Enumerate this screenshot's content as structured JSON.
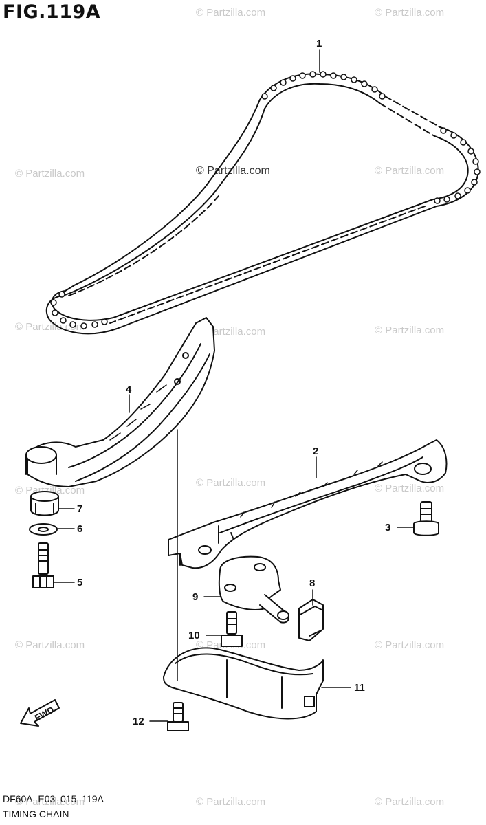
{
  "figure_title": "FIG.119A",
  "watermark": "© Partzilla.com",
  "drawing_code": "DF60A_E03_015_119A",
  "drawing_subtitle": "TIMING CHAIN",
  "fwd_label": "FWD",
  "callouts": [
    "1",
    "2",
    "3",
    "4",
    "5",
    "6",
    "7",
    "8",
    "9",
    "10",
    "11",
    "12"
  ]
}
